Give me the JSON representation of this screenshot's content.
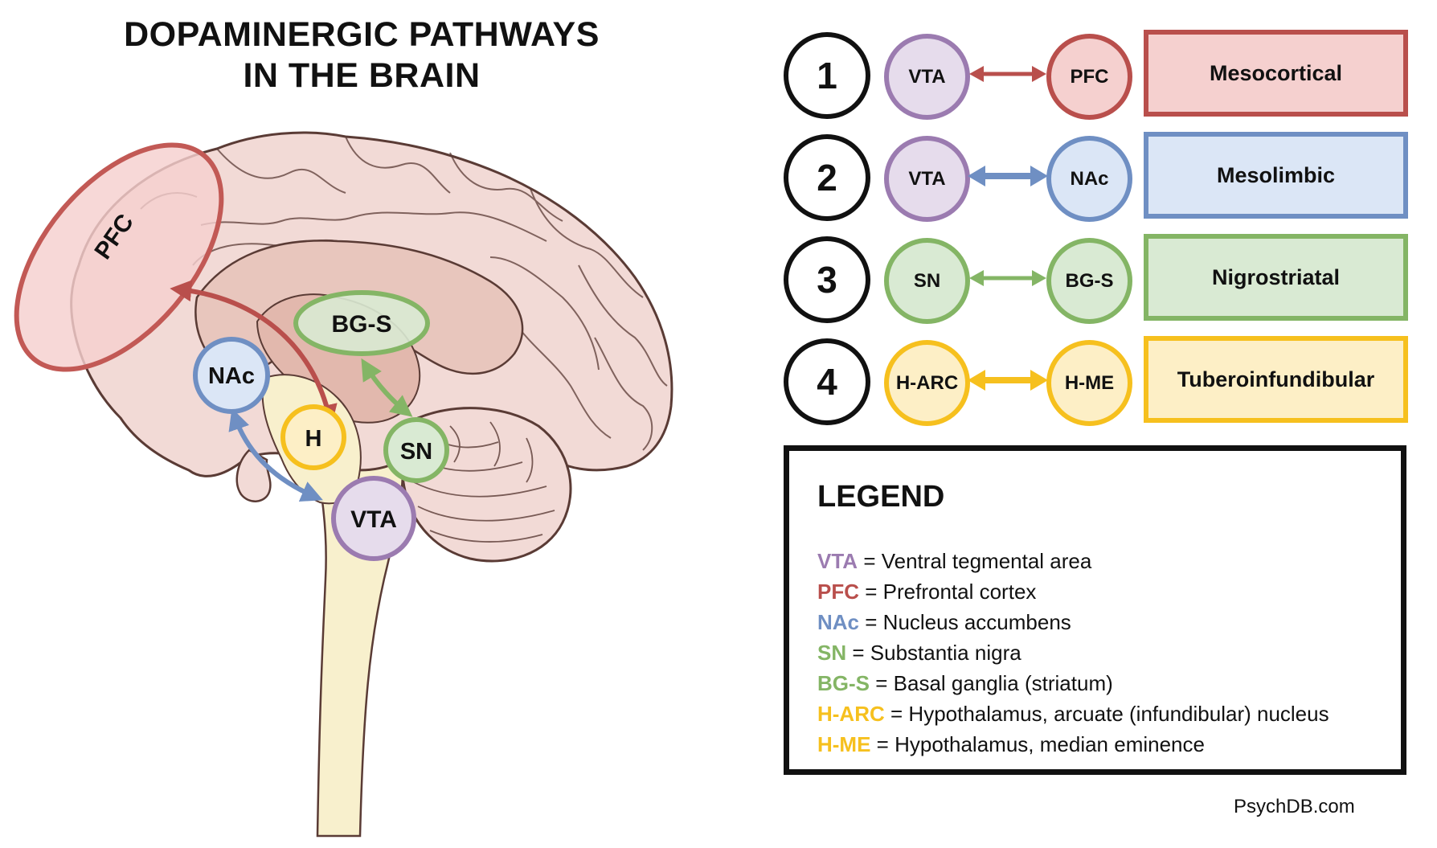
{
  "title": {
    "line1": "DOPAMINERGIC PATHWAYS",
    "line2": "IN THE BRAIN"
  },
  "colors": {
    "red": "#b94f4c",
    "red_fill": "#f5d0cf",
    "blue": "#6f8fc3",
    "blue_fill": "#dbe6f6",
    "green": "#84b565",
    "green_fill": "#d9ead3",
    "yellow": "#f6c01e",
    "yellow_fill": "#fdefc6",
    "purple": "#9b7bb0",
    "purple_fill": "#e6dcec",
    "brain_fill": "#f2dad6",
    "brain_stroke": "#5a3b35"
  },
  "brain_labels": {
    "pfc": "PFC",
    "nac": "NAc",
    "bgs": "BG-S",
    "h": "H",
    "sn": "SN",
    "vta": "VTA"
  },
  "pathways": [
    {
      "number": "1",
      "from": "VTA",
      "to": "PFC",
      "name": "Mesocortical"
    },
    {
      "number": "2",
      "from": "VTA",
      "to": "NAc",
      "name": "Mesolimbic"
    },
    {
      "number": "3",
      "from": "SN",
      "to": "BG-S",
      "name": "Nigrostriatal"
    },
    {
      "number": "4",
      "from": "H-ARC",
      "to": "H-ME",
      "name": "Tuberoinfundibular"
    }
  ],
  "legend": {
    "title": "LEGEND",
    "items": [
      {
        "abbr": "VTA",
        "desc": "Ventral tegmental area"
      },
      {
        "abbr": "PFC",
        "desc": "Prefrontal cortex"
      },
      {
        "abbr": "NAc",
        "desc": "Nucleus accumbens"
      },
      {
        "abbr": "SN",
        "desc": "Substantia nigra"
      },
      {
        "abbr": "BG-S",
        "desc": "Basal ganglia (striatum)"
      },
      {
        "abbr": "H-ARC",
        "desc": "Hypothalamus, arcuate (infundibular) nucleus"
      },
      {
        "abbr": "H-ME",
        "desc": "Hypothalamus, median eminence"
      }
    ],
    "separator": "="
  },
  "credit": "PsychDB.com"
}
